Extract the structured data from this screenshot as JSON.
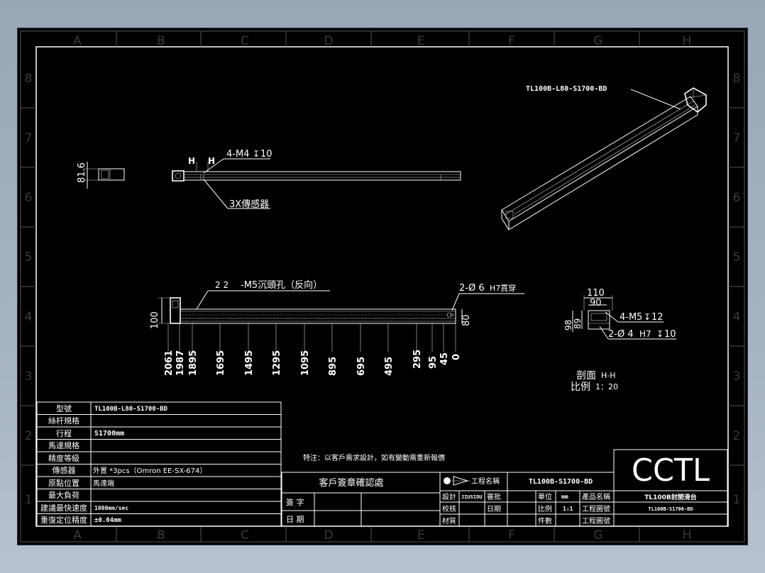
{
  "zones": {
    "cols": [
      "A",
      "B",
      "C",
      "D",
      "E",
      "F",
      "G",
      "H"
    ],
    "rows": [
      "8",
      "7",
      "6",
      "5",
      "4",
      "3",
      "2",
      "1"
    ]
  },
  "views": {
    "end_dim": "81.6",
    "h_marks": "H",
    "top_callout_holes": "4-M4",
    "top_callout_depth": "10",
    "top_callout_sensor": "3X傳感器",
    "iso_label": "TL100B-L80-S1700-BD",
    "front_callout_left_prefix": "2 2",
    "front_callout_left": "-M5沉頭孔（反向）",
    "front_callout_right": "2-Ø 6",
    "front_callout_right_suffix": "H7貫穿",
    "front_dim_height": "100",
    "front_dim_right": "80",
    "positions": [
      "2061",
      "1987",
      "1895",
      "1695",
      "1495",
      "1295",
      "1095",
      "895",
      "695",
      "495",
      "295",
      "95",
      "45",
      "0"
    ],
    "section_dim_110": "110",
    "section_dim_90": "90",
    "section_dim_98": "98",
    "section_dim_89": "89",
    "section_callout_m5": "4-M5",
    "section_callout_m5_depth": "12",
    "section_callout_pin": "2-Ø 4",
    "section_callout_pin_fit": "H7",
    "section_callout_pin_depth": "10",
    "section_title": "剖面",
    "section_name": "H-H",
    "scale_label": "比例",
    "scale_value": "1：20"
  },
  "spec_table": [
    {
      "label": "型號",
      "value": "TL100B-L80-S1700-BD"
    },
    {
      "label": "絲杆規格",
      "value": ""
    },
    {
      "label": "行程",
      "value": "S1700mm"
    },
    {
      "label": "馬達規格",
      "value": ""
    },
    {
      "label": "精度等級",
      "value": ""
    },
    {
      "label": "傳感器",
      "value": "外置 *3pcs（Omron EE-SX-674）"
    },
    {
      "label": "原點位置",
      "value": "馬達端"
    },
    {
      "label": "最大負荷",
      "value": ""
    },
    {
      "label": "建議最快速度",
      "value": "1000mm/sec"
    },
    {
      "label": "重復定位精度",
      "value": "±0.04mm"
    }
  ],
  "note": "特注：以客戶需求設計，如有變動需重新報價",
  "title_block": {
    "customer_confirm": "客戶簽章確認處",
    "sign_label": "簽 字",
    "date_label": "日 期",
    "projection_label": "工程名稱",
    "drawing_name": "TL100B-S1700-BD",
    "design_label": "設計",
    "designer": "JIUSIOU",
    "approve_label": "審批",
    "check_label": "校核",
    "date2_label": "日期",
    "material_label": "材質",
    "unit_label": "單位",
    "unit_value": "mm",
    "scale_label": "比例",
    "scale_value": "1:1",
    "qty_label": "件數",
    "product_name_label": "產品名稱",
    "drawing_no_label": "工程圖號",
    "drawing_no_label2": "工程圖號",
    "company_logo": "CCTL",
    "product_name": "TL100B封閉滑台",
    "product_code": "TL100B-S1700-BD"
  }
}
